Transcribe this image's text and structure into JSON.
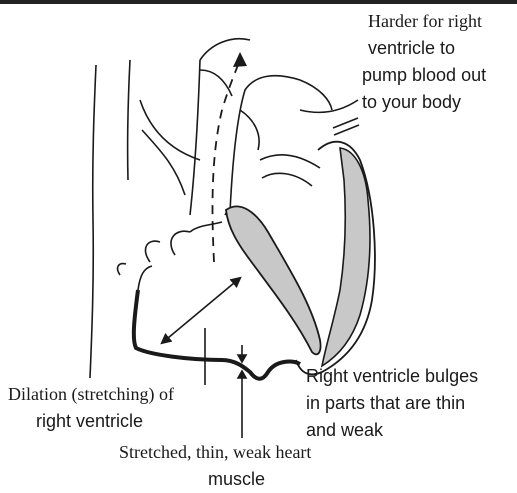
{
  "labels": {
    "harder_pump": {
      "line1": "Harder for right",
      "line2": "ventricle to",
      "line3": "pump blood out",
      "line4": "to your body"
    },
    "dilation": {
      "line1": "Dilation (stretching) of",
      "line2": "right ventricle"
    },
    "bulges": {
      "line1": "Right ventricle bulges",
      "line2": "in parts that are thin",
      "line3": "and weak"
    },
    "stretched": {
      "line1": "Stretched, thin, weak heart",
      "line2": "muscle"
    }
  },
  "colors": {
    "outline": "#1a1a1a",
    "septum_fill": "#c8c8c8",
    "background": "#ffffff"
  }
}
